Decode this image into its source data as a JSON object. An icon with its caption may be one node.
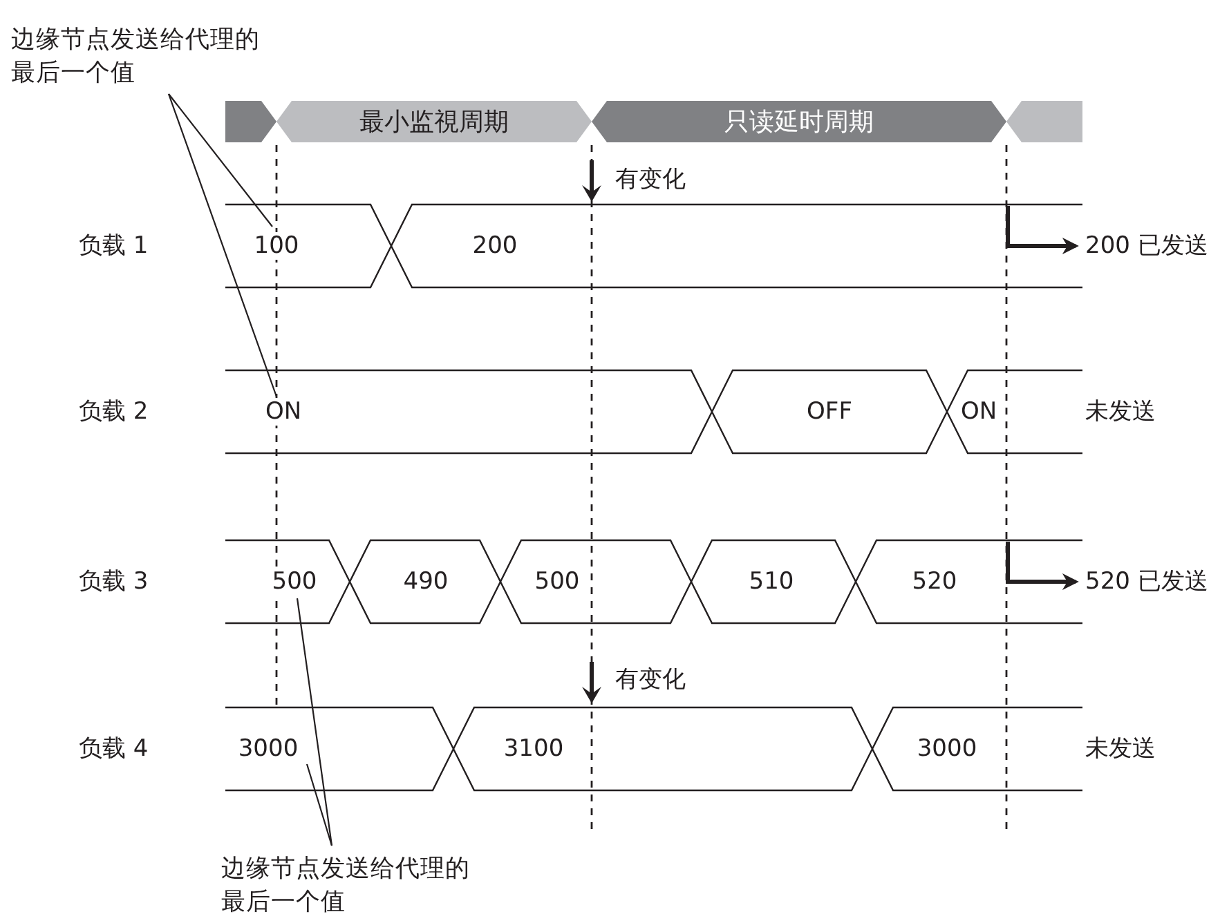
{
  "diagram": {
    "nodes": [
      {
        "text": [],
        "shape": "band"
      },
      {
        "text": [
          "最小监視周期"
        ]
      },
      {
        "text": [
          "只读延时周期"
        ]
      },
      {
        "text": [],
        "shape": "band"
      },
      {
        "text": [
          "边缘节点发送给代理的最后一个值"
        ]
      },
      {
        "text": [
          "100"
        ]
      },
      {
        "text": [
          "200"
        ]
      },
      {
        "text": [
          "200 已发送"
        ]
      },
      {
        "text": [
          "ON"
        ]
      },
      {
        "text": [
          "OFF"
        ]
      },
      {
        "text": [
          "ON"
        ]
      },
      {
        "text": [
          "500"
        ]
      },
      {
        "text": [
          "490"
        ]
      },
      {
        "text": [
          "500"
        ]
      },
      {
        "text": [
          "510"
        ]
      },
      {
        "text": [
          "520"
        ]
      },
      {
        "text": [
          "520 已发送"
        ]
      },
      {
        "text": [
          "3000"
        ]
      },
      {
        "text": [
          "3100"
        ]
      },
      {
        "text": [
          "3000"
        ]
      },
      {
        "text": [
          "边缘节点发送给代理的最后一个值"
        ]
      }
    ],
    "edges": [
      {
        "from": 4,
        "to": 5,
        "arrow": "none"
      },
      {
        "from": 4,
        "to": 8,
        "arrow": "none"
      },
      {
        "from": 6,
        "to": 7,
        "arrow": "to",
        "style": "thick"
      },
      {
        "from": 15,
        "to": 16,
        "arrow": "to",
        "style": "thick"
      },
      {
        "from": 20,
        "to": 11,
        "arrow": "none"
      },
      {
        "from": 20,
        "to": 17,
        "arrow": "none"
      }
    ],
    "labels": [
      "有变化",
      "负载 1",
      "负载 2",
      "未发送",
      "负载 3",
      "有变化",
      "负载 4",
      "未发送"
    ]
  }
}
